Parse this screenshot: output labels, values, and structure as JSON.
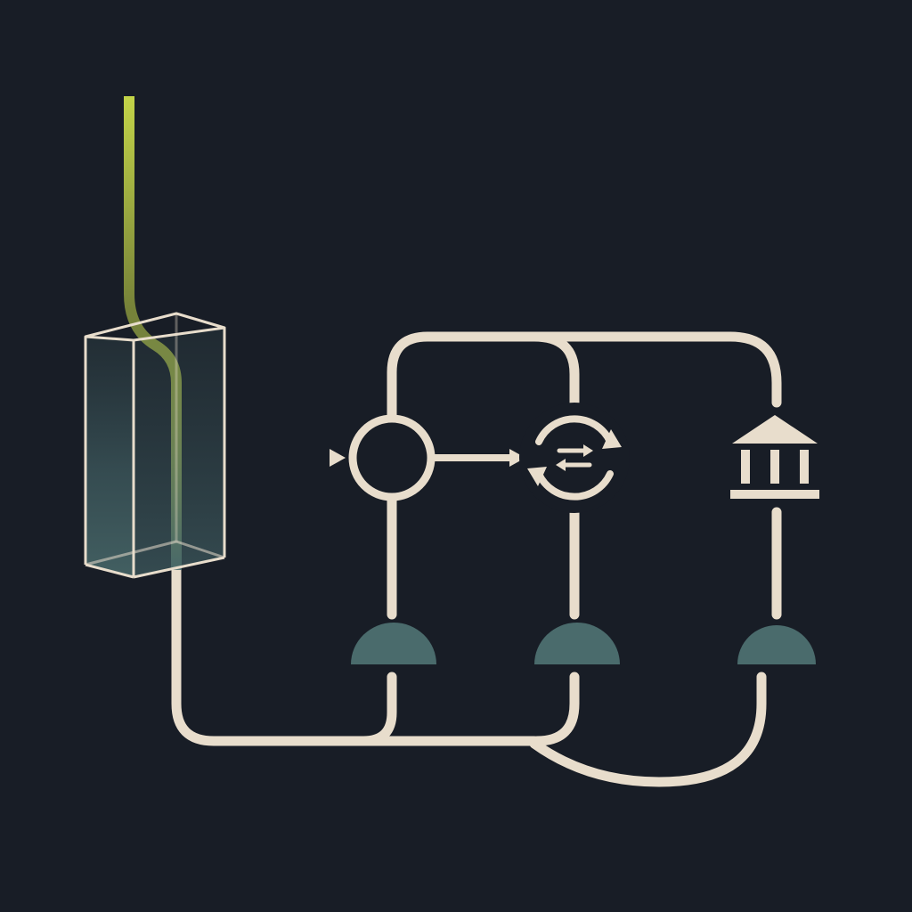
{
  "colors": {
    "background": "#181d26",
    "line": "#e8ddcc",
    "accent": "#c3d448",
    "dome": "#4a6b6c",
    "box_glass": "#3e5a5e"
  },
  "nodes": [
    {
      "id": "source-prism",
      "icon": "transparent-prism"
    },
    {
      "id": "junction",
      "icon": "circle-node"
    },
    {
      "id": "exchange",
      "icon": "exchange-cycle-icon"
    },
    {
      "id": "institution",
      "icon": "bank-building-icon"
    }
  ],
  "bases": [
    {
      "id": "base-1",
      "icon": "dome"
    },
    {
      "id": "base-2",
      "icon": "dome"
    },
    {
      "id": "base-3",
      "icon": "dome"
    }
  ]
}
